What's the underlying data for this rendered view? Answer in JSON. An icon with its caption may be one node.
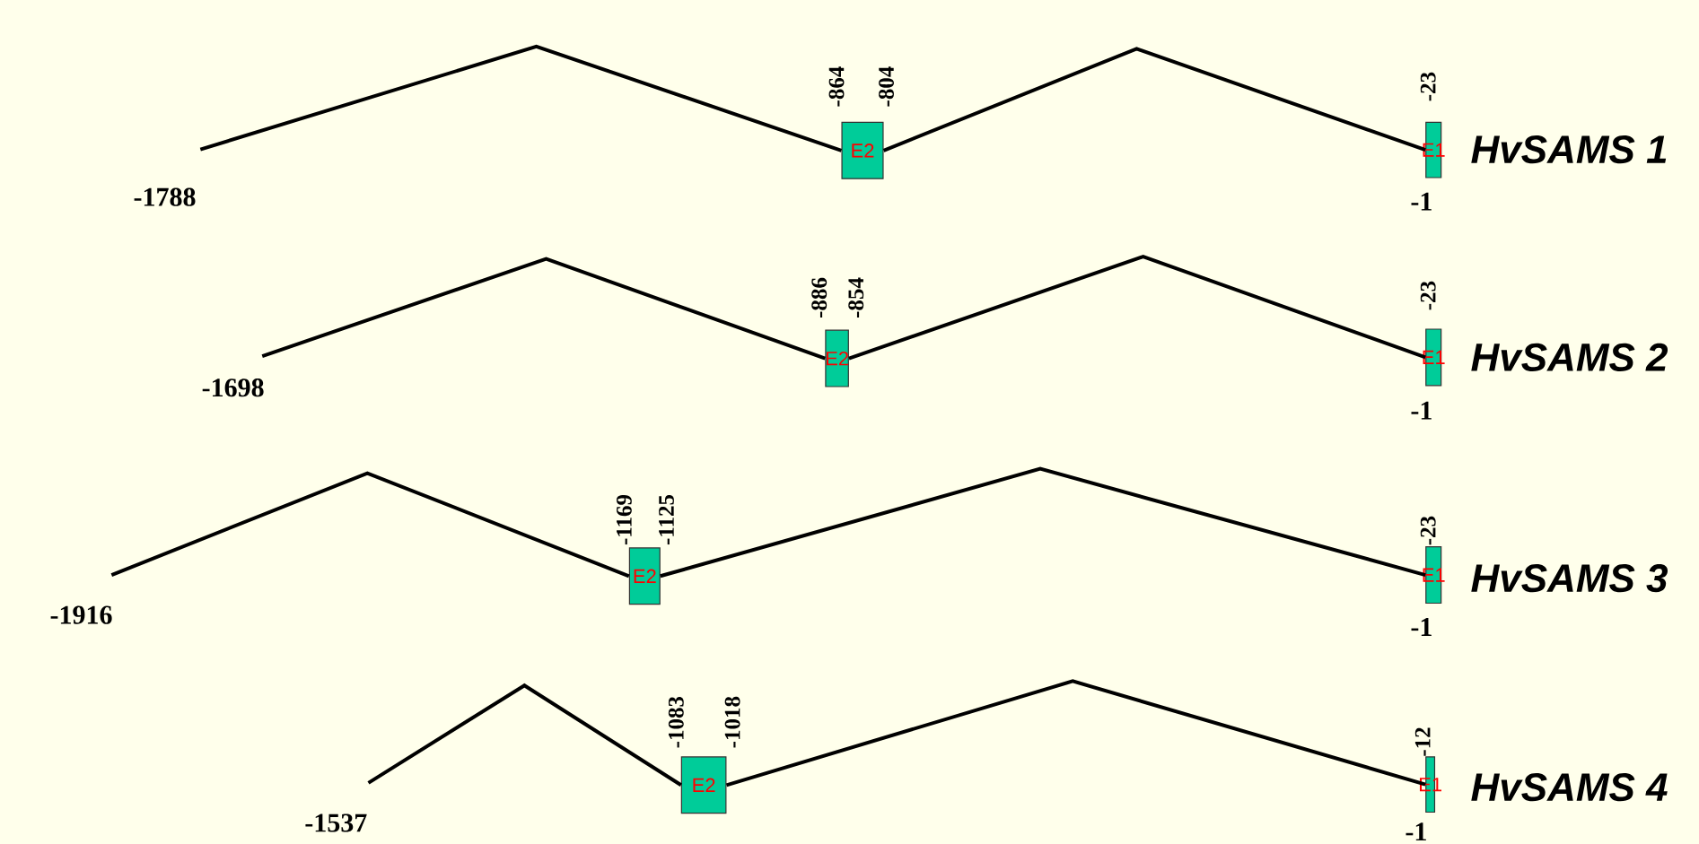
{
  "diagram": {
    "nodes": [
      {
        "text": [
          "E2"
        ],
        "beside": [
          "-864",
          "-804"
        ]
      },
      {
        "text": [
          "E1"
        ],
        "beside": [
          "-23",
          "-1",
          "HvSAMS 1"
        ]
      },
      {
        "text": [
          "E2"
        ],
        "beside": [
          "-886",
          "-854"
        ]
      },
      {
        "text": [
          "E1"
        ],
        "beside": [
          "-23",
          "-1",
          "HvSAMS 2"
        ]
      },
      {
        "text": [
          "E2"
        ],
        "beside": [
          "-1169",
          "-1125"
        ]
      },
      {
        "text": [
          "E1"
        ],
        "beside": [
          "-23",
          "-1",
          "HvSAMS 3"
        ]
      },
      {
        "text": [
          "E2"
        ],
        "beside": [
          "-1083",
          "-1018"
        ]
      },
      {
        "text": [
          "E1"
        ],
        "beside": [
          "-12",
          "-1",
          "HvSAMS 4"
        ]
      }
    ],
    "edges": [
      {
        "from": null,
        "to": 0,
        "arrow": "none"
      },
      {
        "from": 0,
        "to": 1,
        "arrow": "none"
      },
      {
        "from": null,
        "to": 2,
        "arrow": "none"
      },
      {
        "from": 2,
        "to": 3,
        "arrow": "none"
      },
      {
        "from": null,
        "to": 4,
        "arrow": "none"
      },
      {
        "from": 4,
        "to": 5,
        "arrow": "none"
      },
      {
        "from": null,
        "to": 6,
        "arrow": "none"
      },
      {
        "from": 6,
        "to": 7,
        "arrow": "none"
      }
    ],
    "labels": [
      "-1788",
      "-1698",
      "-1916",
      "-1537"
    ]
  }
}
